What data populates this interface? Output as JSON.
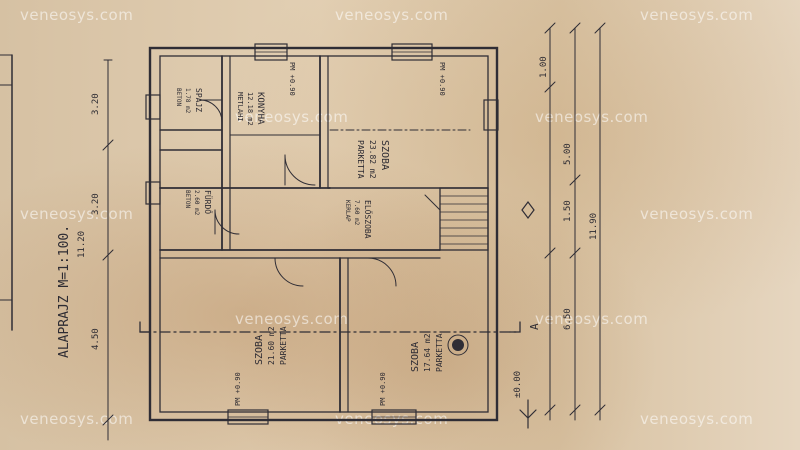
{
  "watermark": "veneosys.com",
  "plan": {
    "title": "ALAPRAJZ M=1:100.",
    "rooms": [
      {
        "name": "SZOBA",
        "area": "23.82 m2",
        "floor": "PARKETTA"
      },
      {
        "name": "KONYHA",
        "area": "12.18 m2",
        "floor": "METLAHI"
      },
      {
        "name": "SPAJZ",
        "area": "1.78 m2",
        "floor": "BETON"
      },
      {
        "name": "FÜRDŐ",
        "area": "2.60 m2",
        "floor": "BETON"
      },
      {
        "name": "ELŐSZOBA",
        "area": "7.60 m2",
        "floor": "KERLAP"
      },
      {
        "name": "SZOBA",
        "area": "21.60 m2",
        "floor": "PARKETTA"
      },
      {
        "name": "SZOBA",
        "area": "17.64 m2",
        "floor": "PARKETTA"
      }
    ],
    "dims": {
      "left_top": "3.20",
      "left_mid": "3.20",
      "left_bot": "4.50",
      "left_total": "11.20",
      "right_a": "1.00",
      "right_b": "5.00",
      "right_c": "1.50",
      "right_d": "6.50",
      "right_total": "11.90",
      "elev": "±0.00"
    },
    "sills": [
      "PM +0.90",
      "PM +0.90",
      "PM +0.90",
      "PM +0.90"
    ],
    "section_marker": "A"
  }
}
